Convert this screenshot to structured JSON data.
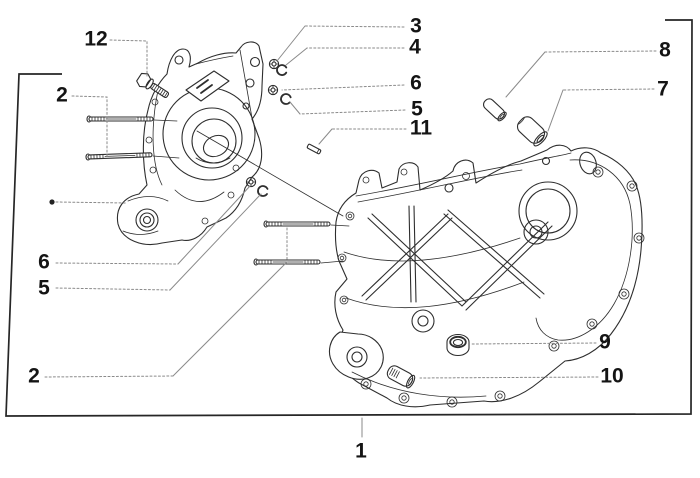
{
  "figure": {
    "description": "Exploded-view spare parts line drawing of two engine crankcase halves with numbered callouts",
    "callouts": {
      "c1": {
        "label": "1"
      },
      "c2_top": {
        "label": "2"
      },
      "c2_bottom": {
        "label": "2"
      },
      "c3": {
        "label": "3"
      },
      "c4": {
        "label": "4"
      },
      "c5_right": {
        "label": "5"
      },
      "c5_bottom": {
        "label": "5"
      },
      "c6_right": {
        "label": "6"
      },
      "c6_bottom": {
        "label": "6"
      },
      "c7": {
        "label": "7"
      },
      "c8": {
        "label": "8"
      },
      "c9": {
        "label": "9"
      },
      "c10": {
        "label": "10"
      },
      "c11": {
        "label": "11"
      },
      "c12": {
        "label": "12"
      }
    }
  },
  "colors": {
    "background": "#ffffff",
    "ink": "#2e2e2e",
    "leader": "#8a8a8a",
    "frame": "#262626",
    "label": "#141414"
  }
}
